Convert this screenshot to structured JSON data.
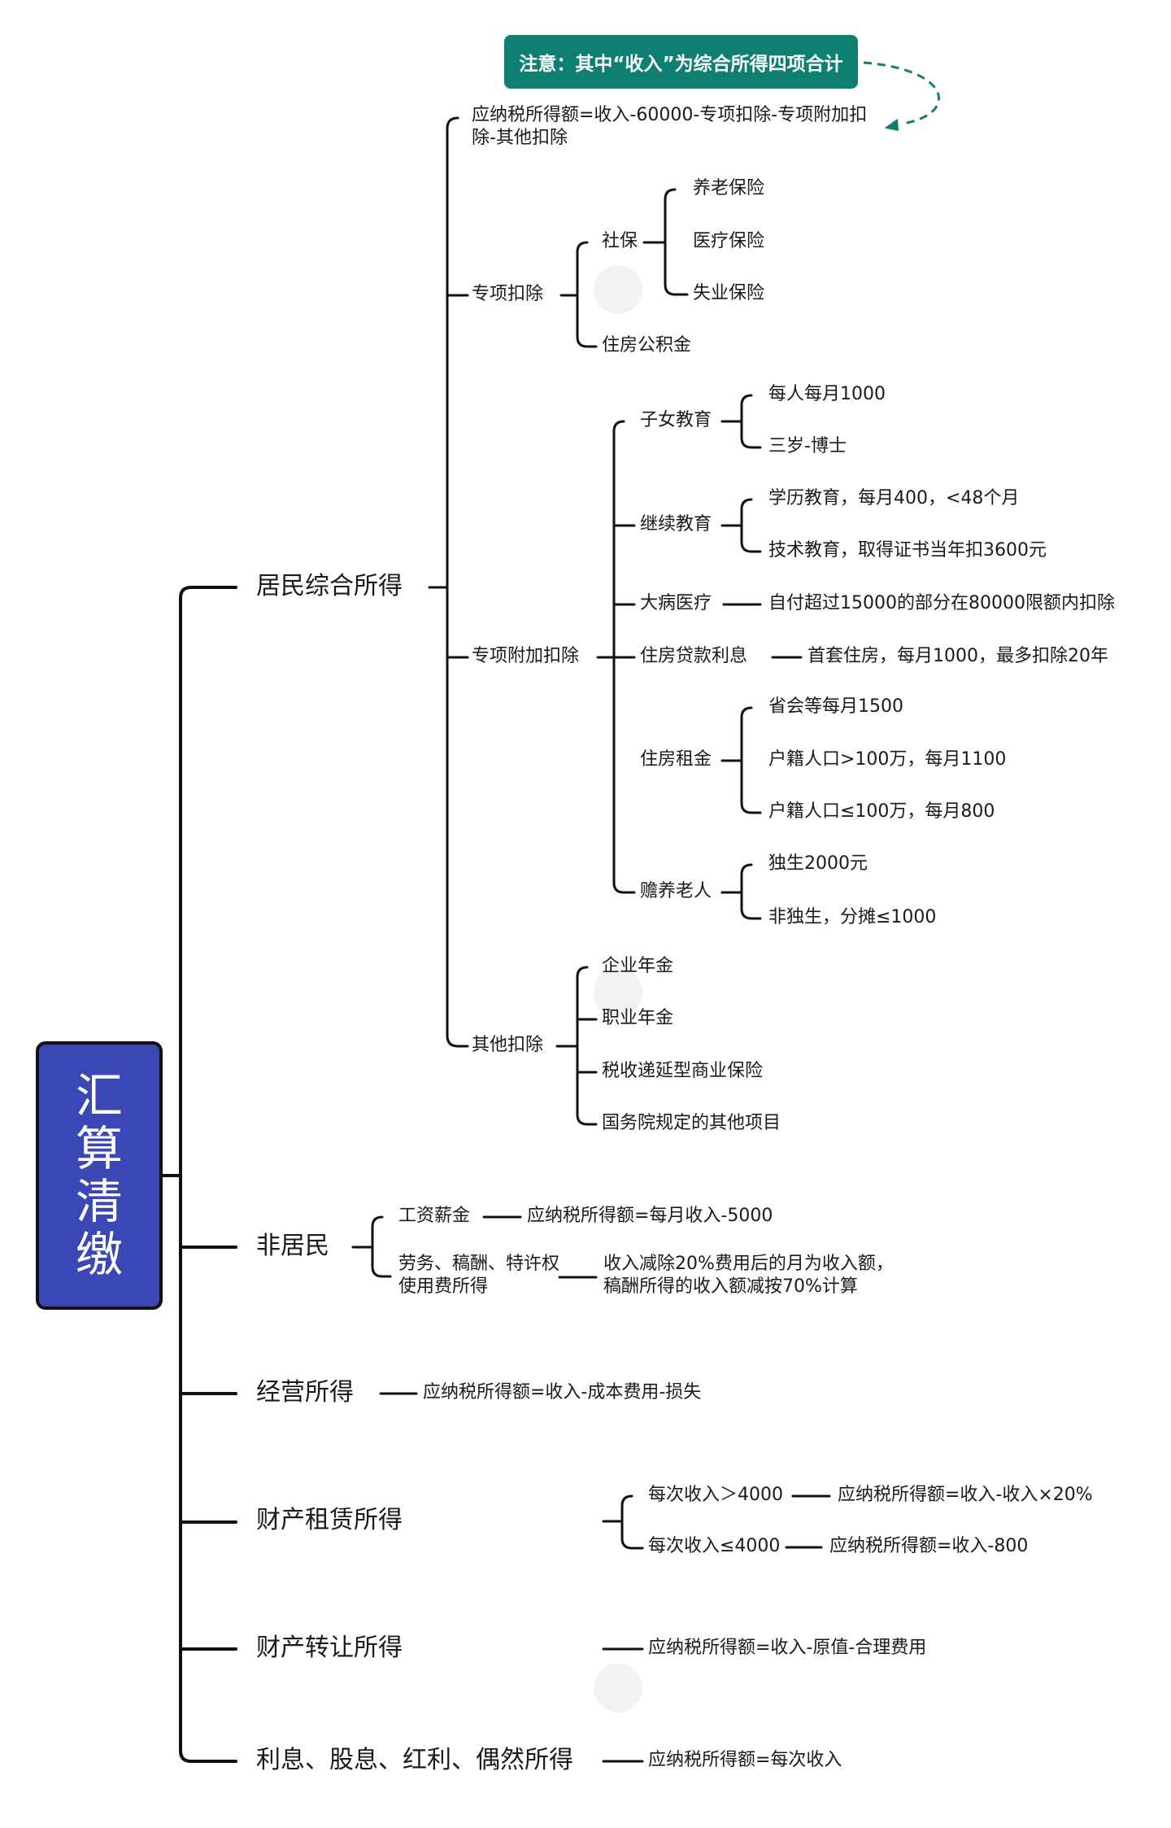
{
  "root": {
    "title": "汇算清缴"
  },
  "note": "注意：其中“收入”为综合所得四项合计",
  "resident": {
    "label": "居民综合所得",
    "formula": "应纳税所得额=收入-60000-专项扣除-专项附加扣除-其他扣除",
    "special": {
      "label": "专项扣除",
      "social": {
        "label": "社保",
        "items": [
          "养老保险",
          "医疗保险",
          "失业保险"
        ]
      },
      "fund": "住房公积金"
    },
    "additional": {
      "label": "专项附加扣除",
      "child": {
        "label": "子女教育",
        "items": [
          "每人每月1000",
          "三岁-博士"
        ]
      },
      "continuing": {
        "label": "继续教育",
        "items": [
          "学历教育，每月400，<48个月",
          "技术教育，取得证书当年扣3600元"
        ]
      },
      "medical": {
        "label": "大病医疗",
        "detail": "自付超过15000的部分在80000限额内扣除"
      },
      "loan": {
        "label": "住房贷款利息",
        "detail": "首套住房，每月1000，最多扣除20年"
      },
      "rent": {
        "label": "住房租金",
        "items": [
          "省会等每月1500",
          "户籍人口>100万，每月1100",
          "户籍人口≤100万，每月800"
        ]
      },
      "elderly": {
        "label": "赡养老人",
        "items": [
          "独生2000元",
          "非独生，分摊≤1000"
        ]
      }
    },
    "other": {
      "label": "其他扣除",
      "items": [
        "企业年金",
        "职业年金",
        "税收递延型商业保险",
        "国务院规定的其他项目"
      ]
    }
  },
  "nonresident": {
    "label": "非居民",
    "wage": {
      "label": "工资薪金",
      "detail": "应纳税所得额=每月收入-5000"
    },
    "labor": {
      "label": "劳务、稿酬、特许权使用费所得",
      "detail": "收入减除20%费用后的月为收入额，稿酬所得的收入额减按70%计算"
    }
  },
  "business": {
    "label": "经营所得",
    "detail": "应纳税所得额=收入-成本费用-损失"
  },
  "lease": {
    "label": "财产租赁所得",
    "over": {
      "label": "每次收入＞4000",
      "detail": "应纳税所得额=收入-收入×20%"
    },
    "under": {
      "label": "每次收入≤4000",
      "detail": "应纳税所得额=收入-800"
    }
  },
  "transfer": {
    "label": "财产转让所得",
    "detail": "应纳税所得额=收入-原值-合理费用"
  },
  "interest": {
    "label": "利息、股息、红利、偶然所得",
    "detail": "应纳税所得额=每次收入"
  },
  "colors": {
    "root": "#3a47b4",
    "note": "#0e7f70",
    "line": "#111111"
  }
}
